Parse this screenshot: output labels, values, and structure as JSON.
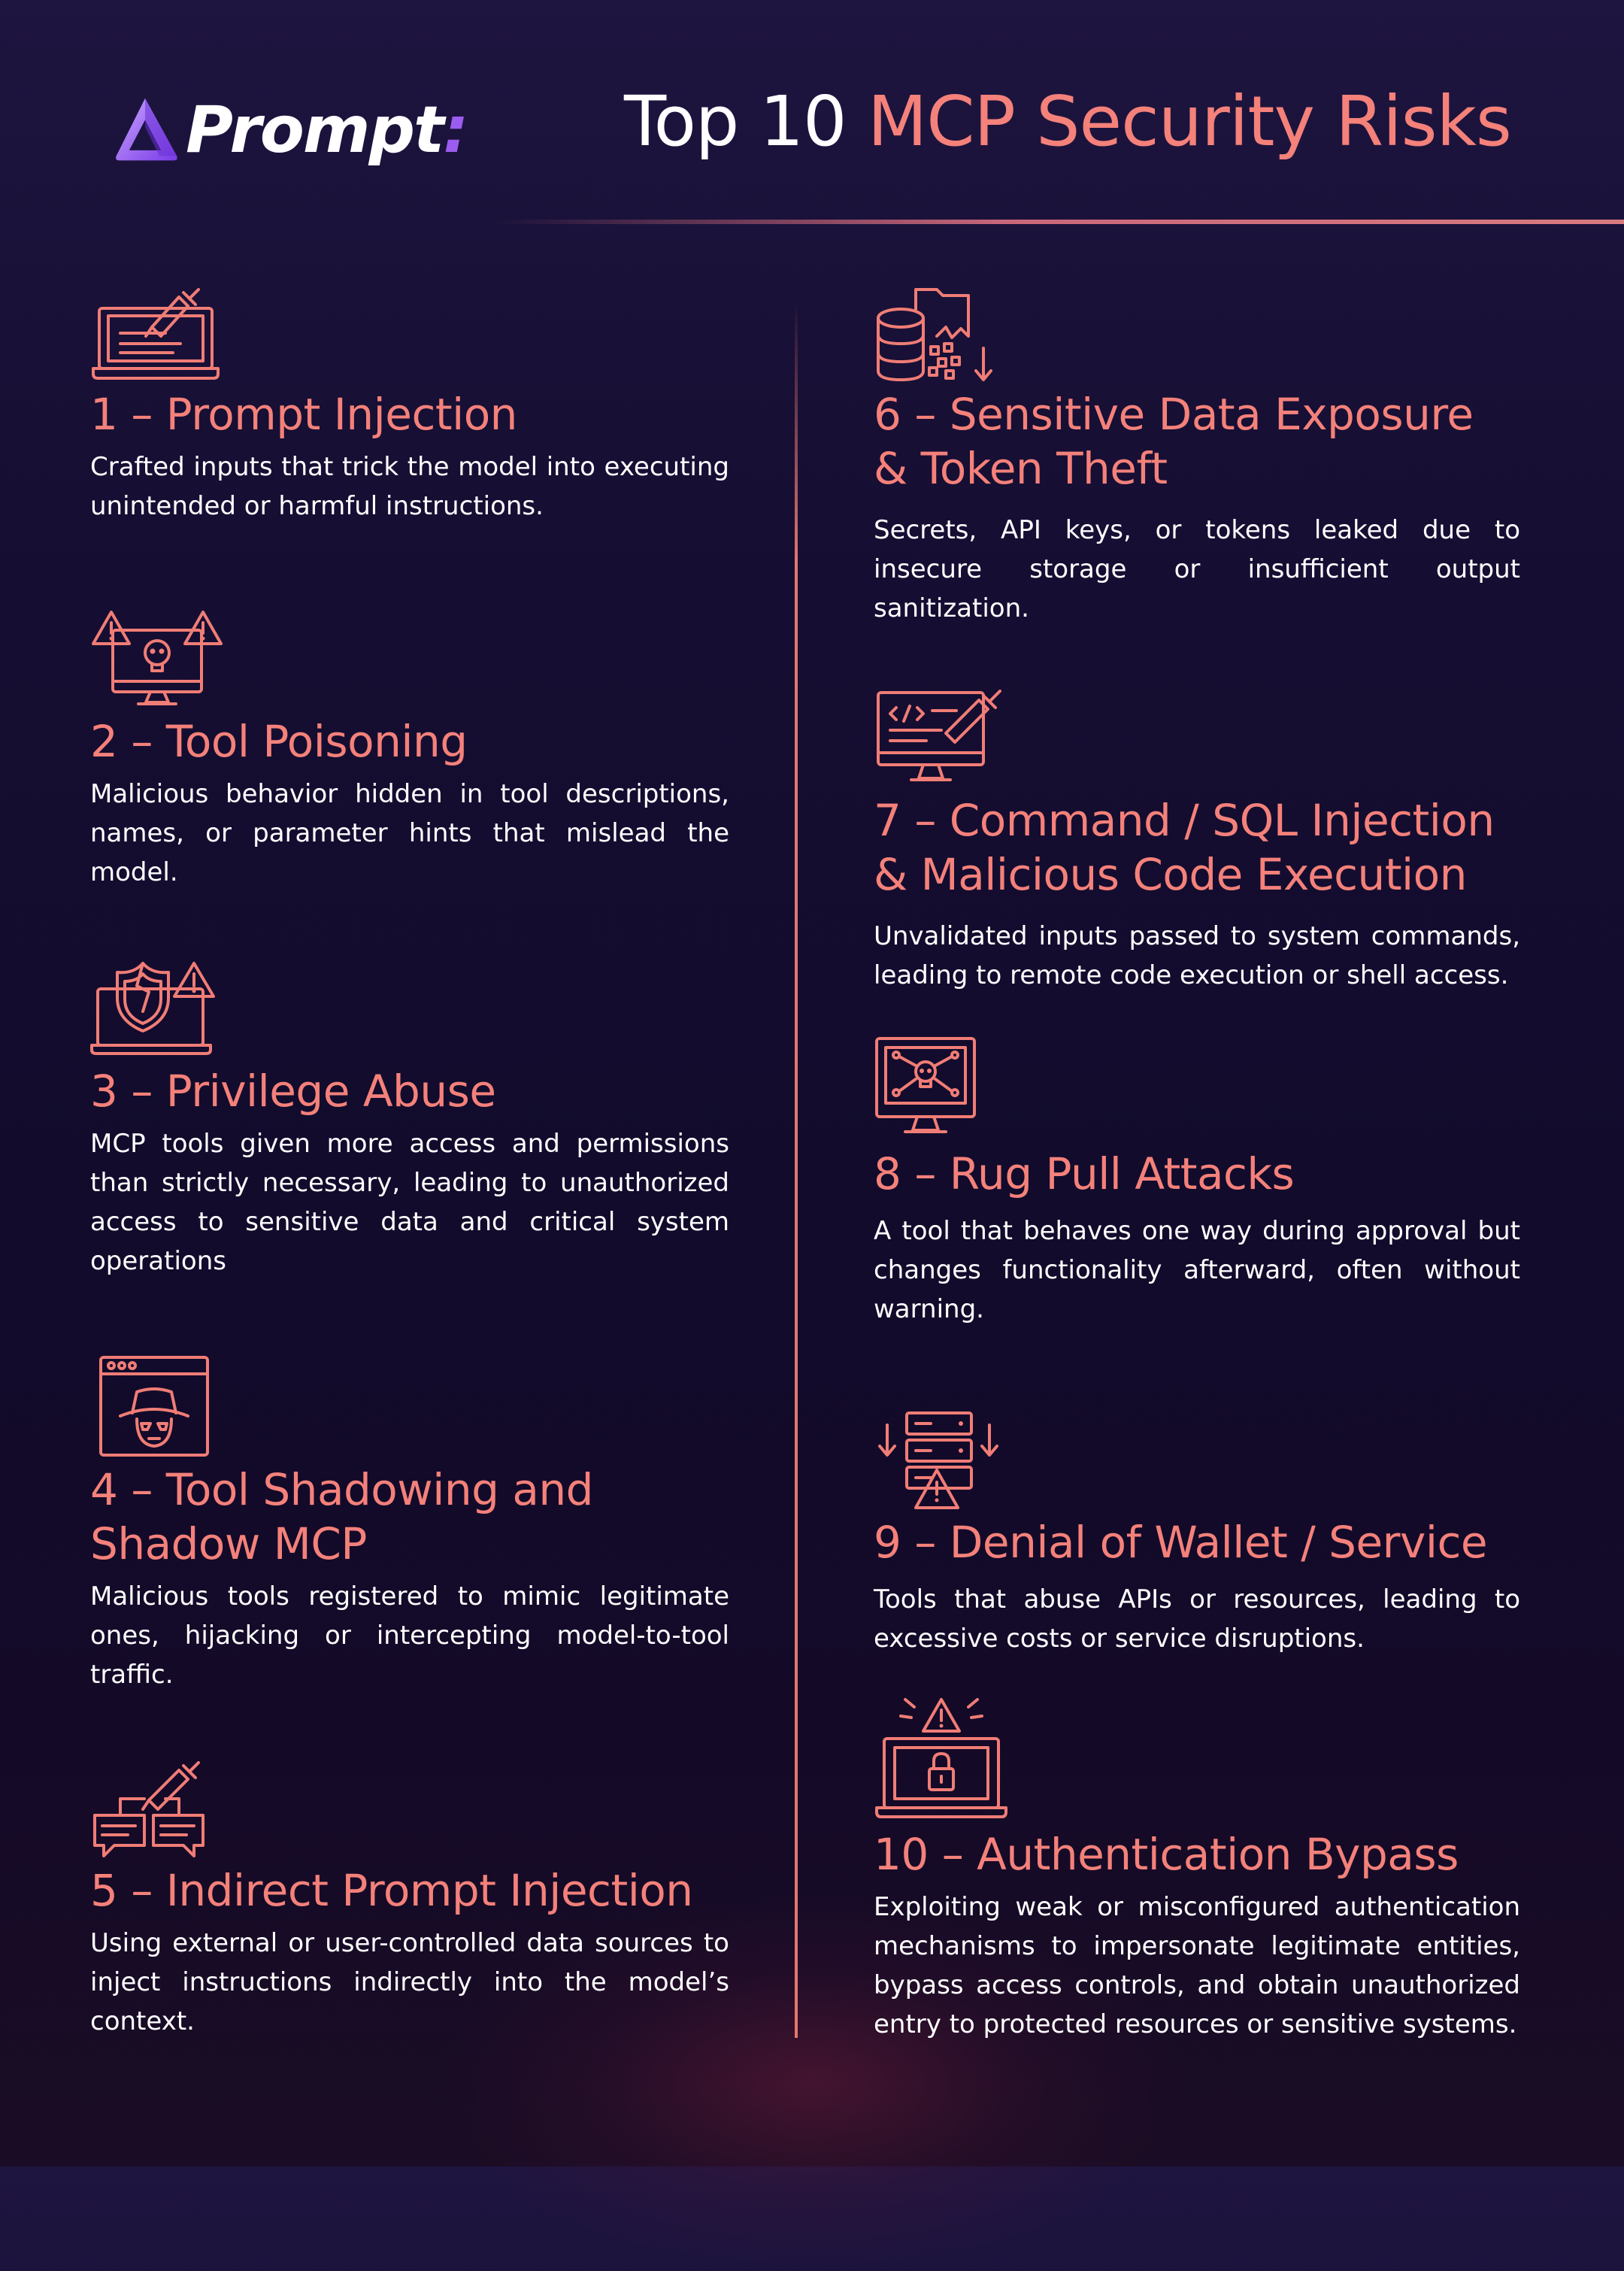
{
  "brand": {
    "name": "Prompt",
    "colon": ":",
    "colors": {
      "accent": "#f4817a",
      "logo_purple": "#9b5cf0",
      "background": "#150d30"
    }
  },
  "header": {
    "title_prefix": "Top 10 ",
    "title_accent": "MCP Security Risks"
  },
  "items": [
    {
      "title": "1 – Prompt Injection",
      "body": "Crafted inputs that trick the model into executing unintended or harmful instructions.",
      "icon": "laptop-syringe-icon"
    },
    {
      "title": "2 – Tool Poisoning",
      "body": "Malicious behavior hidden in tool descriptions, names, or parameter hints that mislead the model.",
      "icon": "monitor-skull-warning-icon"
    },
    {
      "title": "3 – Privilege Abuse",
      "body": "MCP tools given more access and permissions than strictly necessary, leading to unauthorized access to sensitive data and critical system operations",
      "icon": "laptop-broken-shield-icon"
    },
    {
      "title": "4 – Tool Shadowing and Shadow MCP",
      "body": "Malicious tools registered to mimic legitimate ones, hijacking or intercepting model-to-tool traffic.",
      "icon": "browser-hacker-icon"
    },
    {
      "title": "5 – Indirect Prompt Injection",
      "body": "Using external or user-controlled data sources to inject instructions indirectly into the model’s context.",
      "icon": "chat-syringe-icon"
    },
    {
      "title": "6 – Sensitive Data Exposure & Token Theft",
      "body": "Secrets, API keys, or tokens leaked due to insecure storage or insufficient output sanitization.",
      "icon": "database-leak-icon"
    },
    {
      "title": "7 – Command / SQL Injection & Malicious Code Execution",
      "body": "Unvalidated inputs passed to system commands, leading to remote code execution or shell access.",
      "icon": "code-monitor-syringe-icon"
    },
    {
      "title": "8 – Rug Pull Attacks",
      "body": "A tool that behaves one way during approval but changes functionality afterward, often without warning.",
      "icon": "monitor-skull-network-icon"
    },
    {
      "title": "9 – Denial of Wallet / Service",
      "body": "Tools that abuse APIs or resources, leading to excessive costs or service disruptions.",
      "icon": "server-warning-icon"
    },
    {
      "title": "10 – Authentication Bypass",
      "body": "Exploiting weak or misconfigured authentication mechanisms to impersonate legitimate entities, bypass access controls, and obtain unauthorized entry to protected resources or sensitive systems.",
      "icon": "laptop-lock-alert-icon"
    }
  ]
}
